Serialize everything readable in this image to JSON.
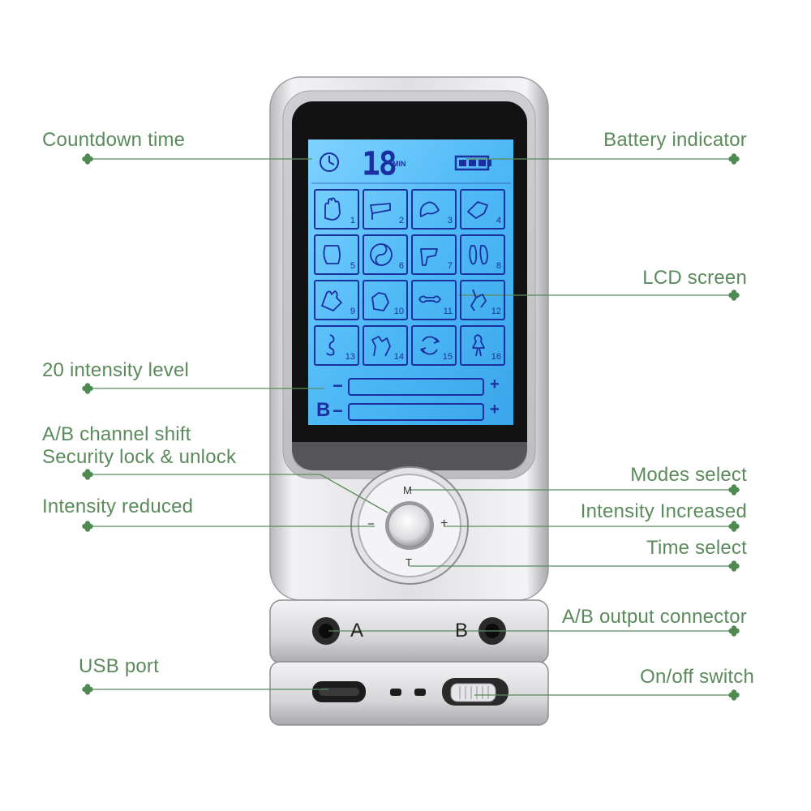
{
  "labels": {
    "countdown_time": "Countdown time",
    "battery_indicator": "Battery indicator",
    "lcd_screen": "LCD screen",
    "intensity_level": "20 intensity level",
    "ab_channel_shift": "A/B channel shift",
    "security_lock": "Security lock & unlock",
    "modes_select": "Modes select",
    "intensity_reduced": "Intensity reduced",
    "intensity_increased": "Intensity Increased",
    "time_select": "Time select",
    "ab_output_connector": "A/B output connector",
    "usb_port": "USB port",
    "on_off_switch": "On/off switch"
  },
  "device": {
    "timer_value": "18",
    "timer_unit": "MIN",
    "modes": [
      "1",
      "2",
      "3",
      "4",
      "5",
      "6",
      "7",
      "8",
      "9",
      "10",
      "11",
      "12",
      "13",
      "14",
      "15",
      "16"
    ],
    "channel_b_letter": "B",
    "minus_sign": "−",
    "plus_sign": "+",
    "button_m": "M",
    "button_t": "T",
    "button_minus": "−",
    "button_plus": "+",
    "port_a": "A",
    "port_b": "B"
  },
  "colors": {
    "label_green": "#5b8a5c",
    "lcd_blue": "#49b8f5",
    "lcd_ink": "#1a2fa0",
    "silver": "#d9d9dc"
  }
}
